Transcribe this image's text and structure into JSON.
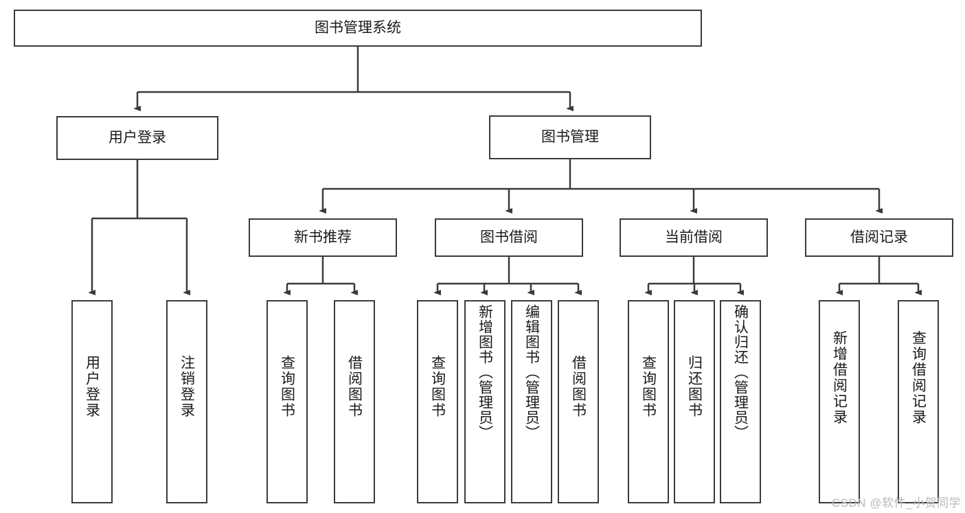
{
  "diagram": {
    "title": "图书管理系统",
    "type": "hierarchy-tree",
    "colors": {
      "node_border": "#3a3a3a",
      "node_fill": "#ffffff",
      "edge": "#3a3a3a",
      "text": "#1a1a1a",
      "watermark": "#b9b9b9"
    },
    "root": {
      "label": "图书管理系统"
    },
    "level1": [
      {
        "label": "用户登录"
      },
      {
        "label": "图书管理"
      }
    ],
    "level2": [
      {
        "label": "新书推荐"
      },
      {
        "label": "图书借阅"
      },
      {
        "label": "当前借阅"
      },
      {
        "label": "借阅记录"
      }
    ],
    "leaves": {
      "user_login": [
        {
          "label": "用户登录"
        },
        {
          "label": "注销登录"
        }
      ],
      "new_book_recommend": [
        {
          "label": "查询图书"
        },
        {
          "label": "借阅图书"
        }
      ],
      "book_borrow": [
        {
          "label": "查询图书"
        },
        {
          "label": "新增图书（管理员）"
        },
        {
          "label": "编辑图书（管理员）"
        },
        {
          "label": "借阅图书"
        }
      ],
      "current_borrow": [
        {
          "label": "查询图书"
        },
        {
          "label": "归还图书"
        },
        {
          "label": "确认归还（管理员）"
        }
      ],
      "borrow_record": [
        {
          "label": "新增借阅记录"
        },
        {
          "label": "查询借阅记录"
        }
      ]
    },
    "watermark": "CSDN @软件_小贺同学"
  }
}
